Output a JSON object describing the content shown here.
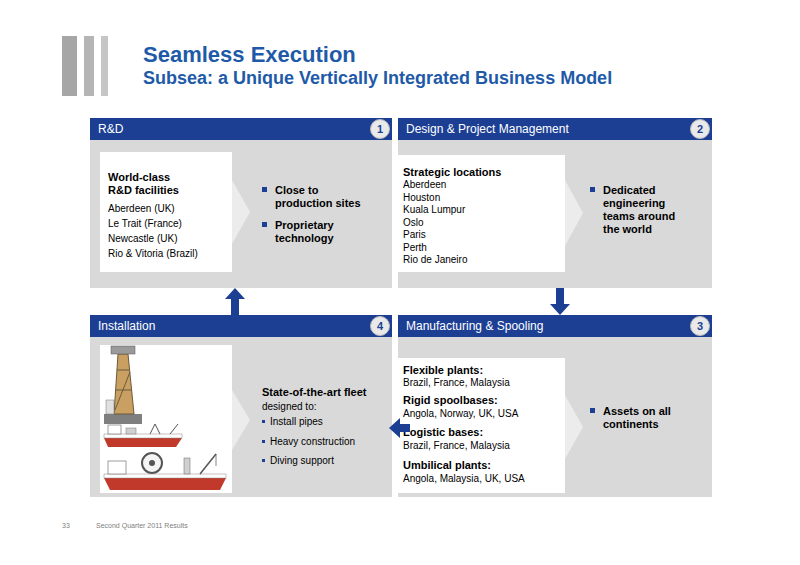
{
  "diagram": {
    "title": "Seamless Execution",
    "nodes": [
      {
        "text": [
          "R&D",
          "Close to production sites",
          "Proprietary technology"
        ]
      },
      {
        "text": [
          "1"
        ],
        "in": 0
      },
      {
        "text": [
          "World-class R&D facilities",
          "Aberdeen (UK)",
          "Le Trait (France)",
          "Newcastle (UK)",
          "Rio & Vitoria (Brazil)"
        ],
        "in": 0
      },
      {
        "text": [
          "Design & Project Management",
          "Dedicated engineering teams around the world"
        ]
      },
      {
        "text": [
          "2"
        ],
        "in": 3
      },
      {
        "text": [
          "Strategic locations",
          "Aberdeen",
          "Houston",
          "Kuala Lumpur",
          "Oslo",
          "Paris",
          "Perth",
          "Rio de Janeiro"
        ],
        "in": 3
      },
      {
        "text": [
          "Manufacturing & Spooling",
          "Assets on all continents"
        ]
      },
      {
        "text": [
          "3"
        ],
        "in": 6
      },
      {
        "text": [
          "Flexible plants:",
          "Brazil, France, Malaysia",
          "Rigid spoolbases:",
          "Angola, Norway, UK, USA",
          "Logistic bases:",
          "Brazil, France, Malaysia",
          "Umbilical plants:",
          "Angola, Malaysia, UK, USA"
        ],
        "in": 6
      },
      {
        "text": [
          "Installation",
          "State-of-the-art fleet",
          "designed to:",
          "Install pipes",
          "Heavy construction",
          "Diving support"
        ]
      },
      {
        "text": [
          "4"
        ],
        "in": 9
      }
    ],
    "edges": [
      {
        "from": 3,
        "to": 6,
        "arrow": "to"
      },
      {
        "from": 6,
        "to": 9,
        "arrow": "to"
      },
      {
        "from": 9,
        "to": 0,
        "arrow": "to"
      }
    ],
    "labels": [
      "Subsea: a Unique Vertically Integrated Business Model",
      "33",
      "Second Quarter 2011 Results"
    ]
  }
}
